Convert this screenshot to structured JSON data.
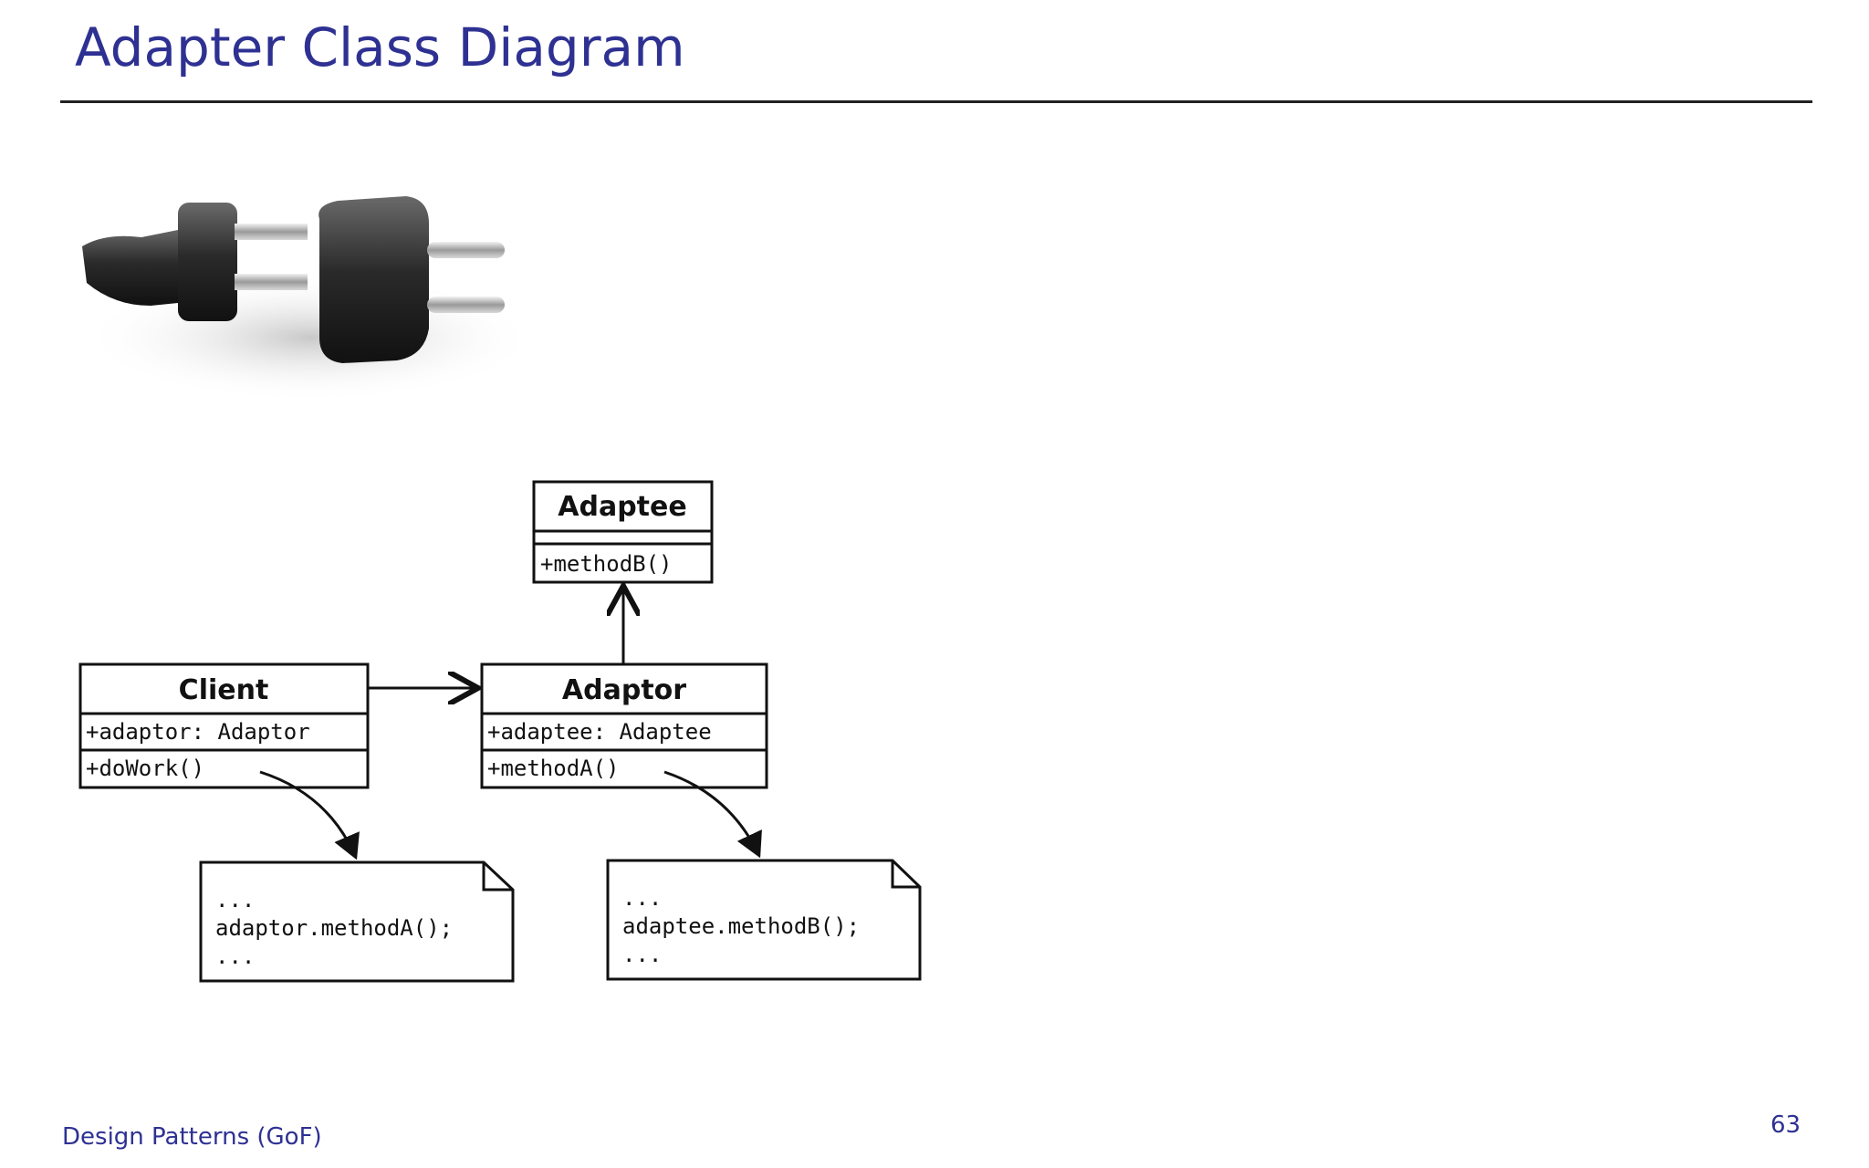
{
  "slide": {
    "title": "Adapter Class Diagram",
    "footer": "Design Patterns (GoF)",
    "page_number": "63"
  },
  "diagram": {
    "classes": {
      "adaptee": {
        "name": "Adaptee",
        "attributes": "",
        "methods": "+methodB()"
      },
      "client": {
        "name": "Client",
        "attributes": "+adaptor: Adaptor",
        "methods": "+doWork()"
      },
      "adaptor": {
        "name": "Adaptor",
        "attributes": "+adaptee: Adaptee",
        "methods": "+methodA()"
      }
    },
    "notes": {
      "client_note": {
        "line1": "...",
        "line2": "adaptor.methodA();",
        "line3": "..."
      },
      "adaptor_note": {
        "line1": "...",
        "line2": "adaptee.methodB();",
        "line3": "..."
      }
    }
  },
  "image": {
    "subject": "two-plugs-icon"
  }
}
